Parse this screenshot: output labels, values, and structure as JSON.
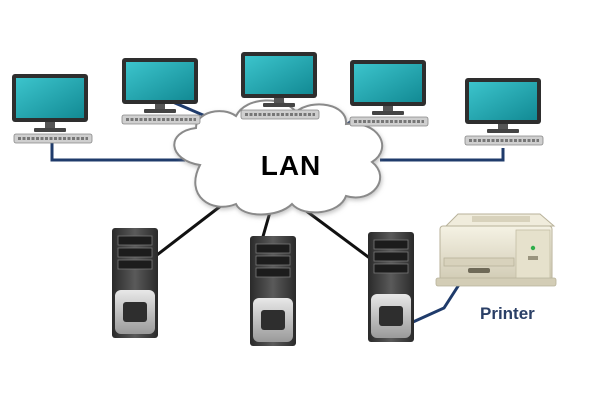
{
  "network": {
    "center_label": "LAN",
    "printer_label": "Printer"
  },
  "colors": {
    "screen": "#1fa3ad",
    "cable_blue": "#1f3b6b",
    "cable_black": "#111111",
    "cloud_fill": "#ffffff",
    "cloud_stroke": "#8a8a8a",
    "server_body": "#3a3a3a",
    "printer_body": "#ece7d4"
  },
  "devices": {
    "computers": [
      "computer",
      "computer",
      "computer",
      "computer",
      "computer"
    ],
    "servers": [
      "server",
      "server",
      "server"
    ],
    "printer": "printer"
  }
}
